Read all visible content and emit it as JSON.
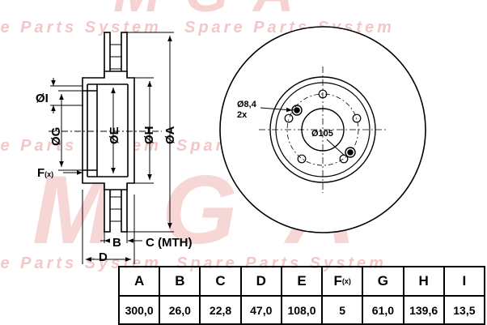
{
  "watermark": {
    "brand": "MGA",
    "tagline": "Spare Parts System",
    "color": "#f3c7c7"
  },
  "labels": {
    "dim_i": "ØI",
    "dim_g": "ØG",
    "dim_e": "ØE",
    "dim_h": "ØH",
    "dim_a": "ØA",
    "dim_f": "F",
    "dim_f_sub": "(x)",
    "dim_b": "B",
    "dim_c": "C (MTH)",
    "dim_d": "D",
    "hole_diameter": "Ø8,4",
    "hole_count": "2x",
    "pcd": "Ø105"
  },
  "table": {
    "headers": [
      "A",
      "B",
      "C",
      "D",
      "E",
      "F",
      "G",
      "H",
      "I"
    ],
    "f_sub": "(x)",
    "values": [
      "300,0",
      "26,0",
      "22,8",
      "47,0",
      "108,0",
      "5",
      "61,0",
      "139,6",
      "13,5"
    ]
  }
}
